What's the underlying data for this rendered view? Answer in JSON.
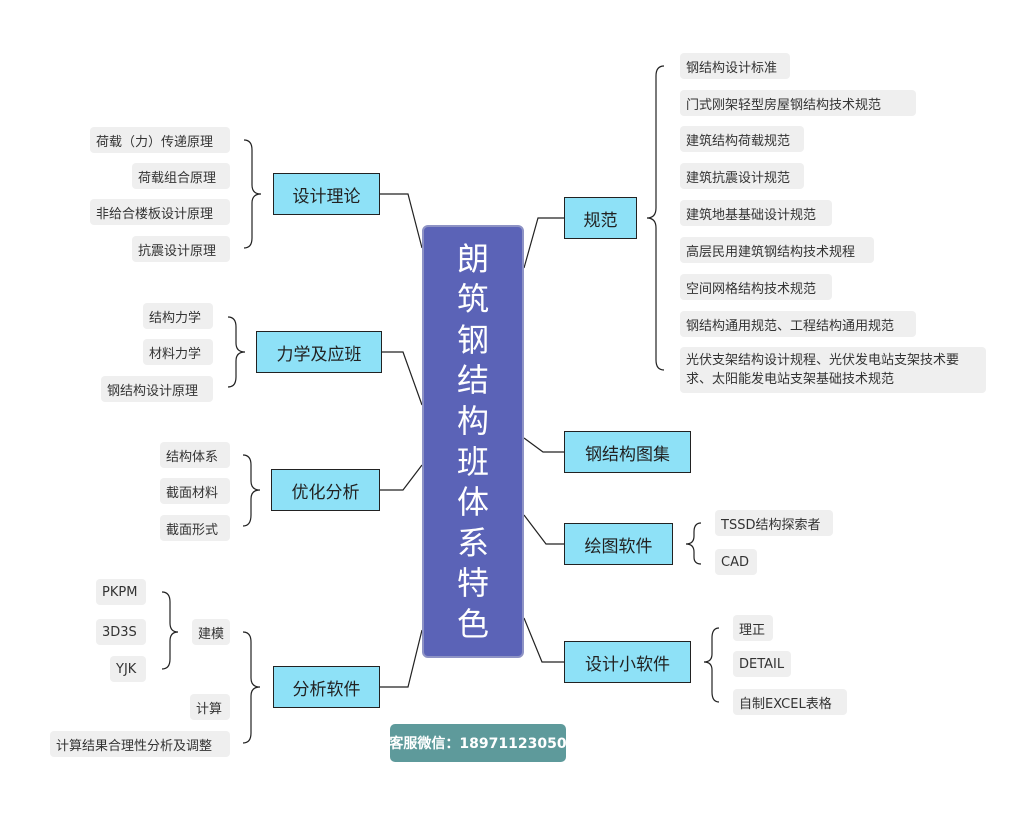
{
  "center": {
    "chars": [
      "朗",
      "筑",
      "钢",
      "结",
      "构",
      "班",
      "体",
      "系",
      "特",
      "色"
    ]
  },
  "left": [
    {
      "label": "设计理论",
      "leaves": [
        "荷载（力）传递原理",
        "荷载组合原理",
        "非给合楼板设计原理",
        "抗震设计原理"
      ]
    },
    {
      "label": "力学及应班",
      "leaves": [
        "结构力学",
        "材料力学",
        "钢结构设计原理"
      ]
    },
    {
      "label": "优化分析",
      "leaves": [
        "结构体系",
        "截面材料",
        "截面形式"
      ]
    },
    {
      "label": "分析软件",
      "sub": {
        "label": "建模",
        "leaves": [
          "PKPM",
          "3D3S",
          "YJK"
        ]
      },
      "leaves": [
        "计算",
        "计算结果合理性分析及调整"
      ]
    }
  ],
  "right": [
    {
      "label": "规范",
      "leaves": [
        "钢结构设计标准",
        "门式刚架轻型房屋钢结构技术规范",
        "建筑结构荷载规范",
        "建筑抗震设计规范",
        "建筑地基基础设计规范",
        "高层民用建筑钢结构技术规程",
        "空间网格结构技术规范",
        "钢结构通用规范、工程结构通用规范",
        "光伏支架结构设计规程、光伏发电站支架技术要求、太阳能发电站支架基础技术规范"
      ]
    },
    {
      "label": "钢结构图集",
      "leaves": []
    },
    {
      "label": "绘图软件",
      "leaves": [
        "TSSD结构探索者",
        "CAD"
      ]
    },
    {
      "label": "设计小软件",
      "leaves": [
        "理正",
        "DETAIL",
        "自制EXCEL表格"
      ]
    }
  ],
  "contact": "客服微信：18971123050",
  "colors": {
    "center": "#5b63b7",
    "topic": "#8ee1f7",
    "leaf": "#efefef",
    "contact": "#5e9a9b",
    "line": "#222222"
  }
}
